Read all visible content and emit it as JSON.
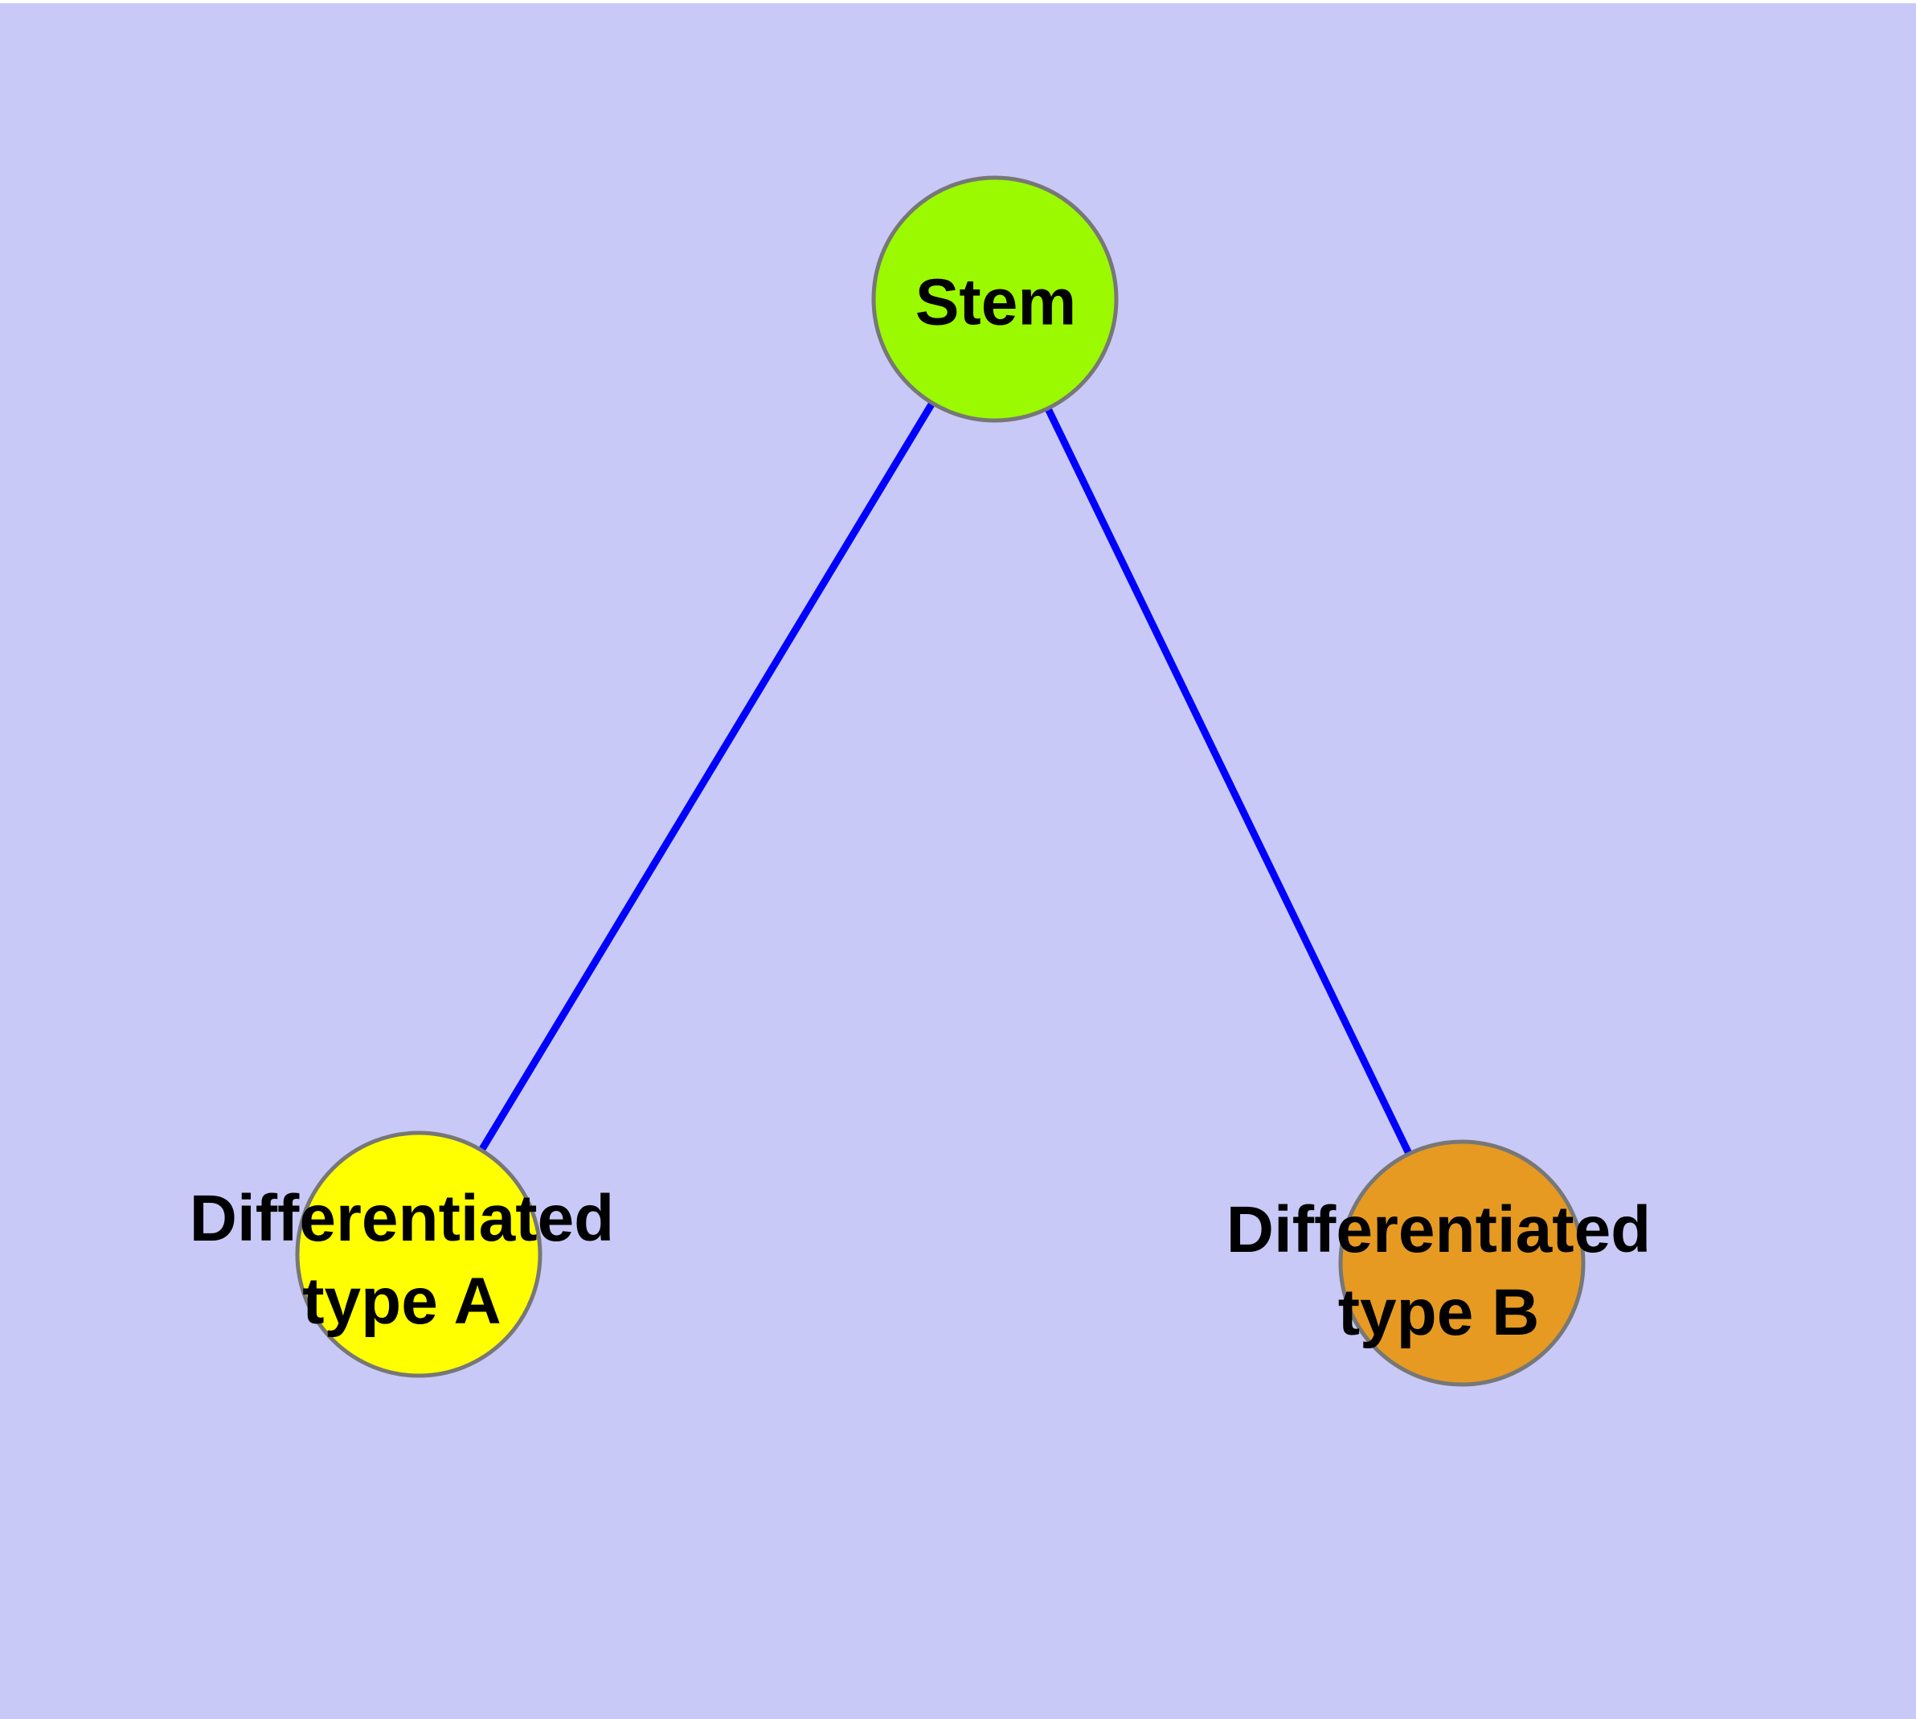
{
  "diagram": {
    "type": "node-link-graph",
    "background_color": "#C9C9F7",
    "edge_color": "#0000FF",
    "node_border_color": "#777777",
    "text_color": "#000000",
    "nodes": [
      {
        "id": "stem",
        "label": "Stem",
        "label_lines": [
          "Stem"
        ],
        "color": "#9BF900"
      },
      {
        "id": "differentiated-type-a",
        "label": "Differentiated type A",
        "label_lines": [
          "Differentiated",
          "type A"
        ],
        "color": "#FFFF00"
      },
      {
        "id": "differentiated-type-b",
        "label": "Differentiated type B",
        "label_lines": [
          "Differentiated",
          "type B"
        ],
        "color": "#E69A22"
      }
    ],
    "edges": [
      {
        "from": "Stem",
        "to": "Differentiated type A"
      },
      {
        "from": "Stem",
        "to": "Differentiated type B"
      }
    ]
  }
}
